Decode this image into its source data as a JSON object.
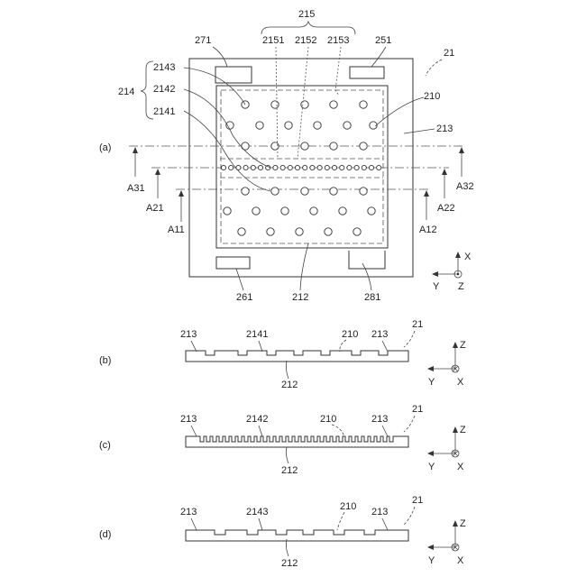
{
  "panels": {
    "a": "(a)",
    "b": "(b)",
    "c": "(c)",
    "d": "(d)"
  },
  "labels": {
    "l215": "215",
    "l2151": "2151",
    "l2152": "2152",
    "l2153": "2153",
    "l271": "271",
    "l251": "251",
    "l21": "21",
    "l214": "214",
    "l2143": "2143",
    "l2142": "2142",
    "l2141": "2141",
    "l210": "210",
    "l213": "213",
    "a31": "A31",
    "a21": "A21",
    "a11": "A11",
    "a32": "A32",
    "a22": "A22",
    "a12": "A12",
    "l261": "261",
    "l212": "212",
    "l281": "281"
  },
  "axes": {
    "x": "X",
    "y": "Y",
    "z": "Z"
  },
  "sections": {
    "b": {
      "left213": "213",
      "mid": "2141",
      "r210": "210",
      "right213": "213",
      "r21": "21",
      "bottom": "212"
    },
    "c": {
      "left213": "213",
      "mid": "2142",
      "r210": "210",
      "right213": "213",
      "r21": "21",
      "bottom": "212"
    },
    "d": {
      "left213": "213",
      "mid": "2143",
      "r210": "210",
      "right213": "213",
      "r21": "21",
      "bottom": "212"
    }
  }
}
